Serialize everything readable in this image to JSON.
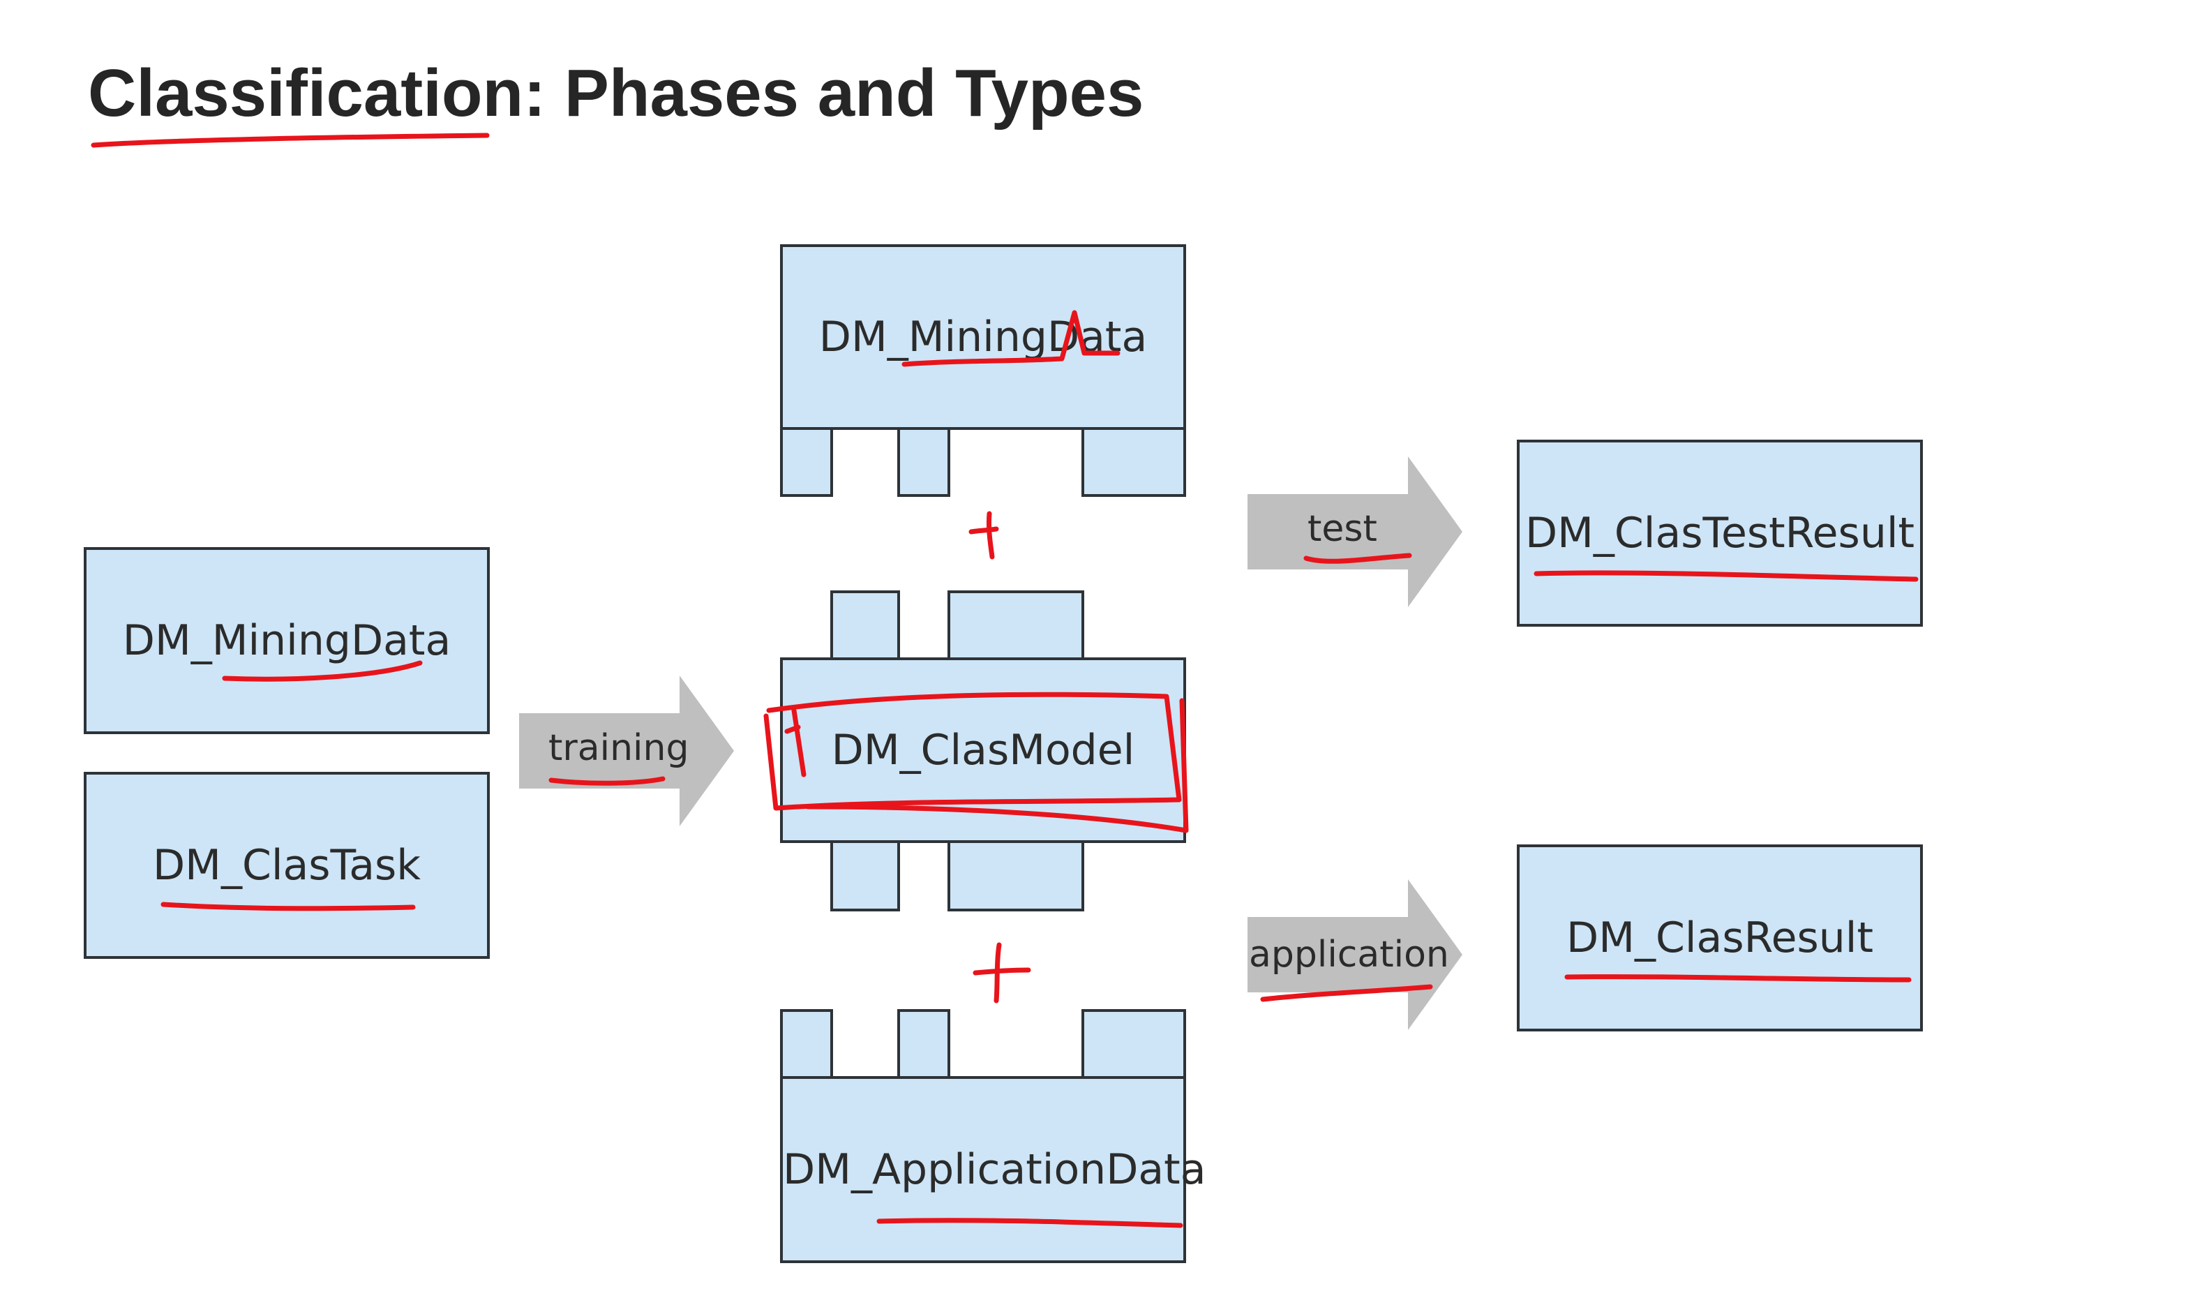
{
  "title": "Classification: Phases and Types",
  "colors": {
    "box_fill": "#cde5f6",
    "box_border": "#2e3338",
    "arrow_fill": "#bfbfbf",
    "ink": "#e8141b"
  },
  "boxes": {
    "left_mining_data": "DM_MiningData",
    "clas_task": "DM_ClasTask",
    "top_mining_data": "DM_MiningData",
    "clas_model": "DM_ClasModel",
    "application_data": "DM_ApplicationData",
    "clas_test_result": "DM_ClasTestResult",
    "clas_result": "DM_ClasResult"
  },
  "arrows": {
    "training": "training",
    "test": "test",
    "application": "application"
  },
  "annotations": {
    "plus_symbols": [
      "+",
      "+"
    ]
  }
}
